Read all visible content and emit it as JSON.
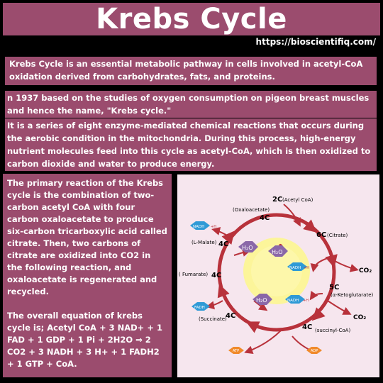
{
  "title": "Krebs Cycle",
  "url": "https://bioscientifiq.com/",
  "paragraphs": {
    "p1": "Krebs Cycle is an essential metabolic pathway in cells involved in acetyl-CoA oxidation derived from carbohydrates, fats, and proteins.",
    "p2": "n 1937 based on the studies of oxygen consumption on pigeon breast muscles and hence the name, \"Krebs cycle.\"",
    "p3": "It is a series of eight enzyme-mediated chemical reactions that occurs during the aerobic condition in the mitochondria. During this process, high-energy nutrient molecules feed into this cycle as acetyl-CoA, which is then oxidized to carbon dioxide and water to produce energy.",
    "p4": "The primary reaction of the Krebs cycle is the combination of two-carbon acetyl CoA with four carbon oxaloacetate to produce six-carbon tricarboxylic acid called citrate. Then, two carbons of citrate are oxidized into CO2 in the following reaction, and oxaloacetate is regenerated and recycled.",
    "p5": "The overall equation of krebs cycle is; Acetyl CoA + 3 NAD+ + 1 FAD + 1 GDP + 1 Pi + 2H2O ⇒ 2 CO2 + 3 NADH + 3 H+ + 1 FADH2 + 1 GTP + CoA."
  },
  "diagram": {
    "acetyl_coa_count": "2C",
    "acetyl_coa_label": "(Acetyl CoA)",
    "oxaloacetate_label": "(Oxaloacetate)",
    "oxaloacetate_count": "4C",
    "citrate_count": "6C",
    "citrate_label": "(Citrate)",
    "malate_label": "(L-Malate)",
    "malate_count": "4C",
    "co2_label_1": "CO₂",
    "fumarate_label": "( Fumarate)",
    "fumarate_count": "4C",
    "ketoglutarate_count": "5C",
    "ketoglutarate_label": "(α-Ketoglutarate)",
    "succinate_label": "(Succinate)",
    "succinate_count": "4C",
    "succinyl_count": "4C",
    "succinyl_label": "(succinyl-CoA)",
    "co2_label_2": "CO₂",
    "nadh_label": "NADH",
    "nadh_plus": "+H",
    "fadh_label": "FADH",
    "h2o_label": "H₂O",
    "atp_label": "ATP",
    "adp_label": "ADP",
    "colors": {
      "background": "#9b4c6e",
      "cycle": "#b8323b",
      "center": "#fcf59a",
      "nadh": "#2f9ad6",
      "h2o": "#8a67a8",
      "atp": "#f08a2a"
    }
  }
}
